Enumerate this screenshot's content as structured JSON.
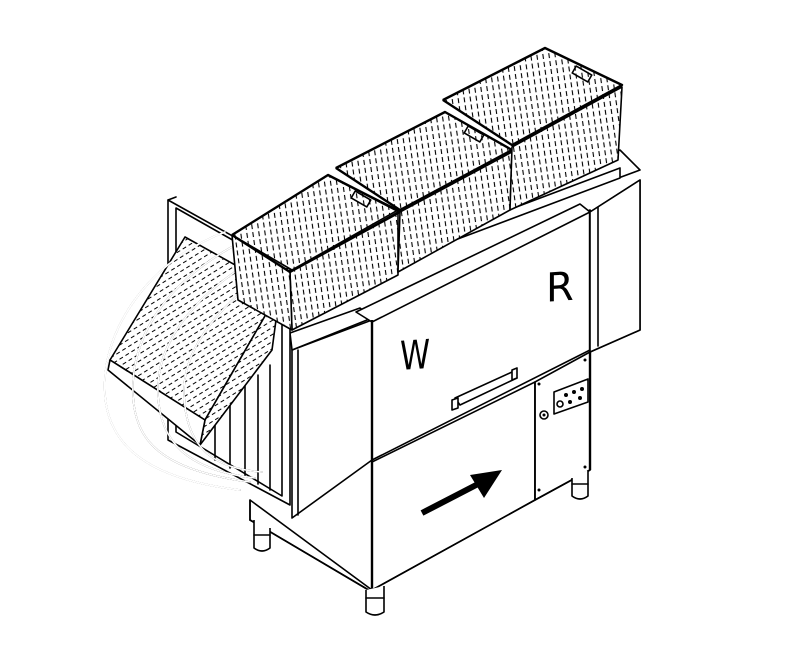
{
  "figure": {
    "subject": "Conveyor dishwasher with loading baskets (isometric line drawing)",
    "labels": {
      "wash_section": "W",
      "rinse_section": "R"
    },
    "flow_direction": "arrow pointing right (load → unload)",
    "components": [
      "three perforated baskets on top shelf",
      "curved loading rack with tilted basket on left",
      "wash door with pull handle",
      "control panel with gauges",
      "four adjustable legs"
    ],
    "colors": {
      "line": "#000000",
      "background": "#ffffff"
    }
  }
}
